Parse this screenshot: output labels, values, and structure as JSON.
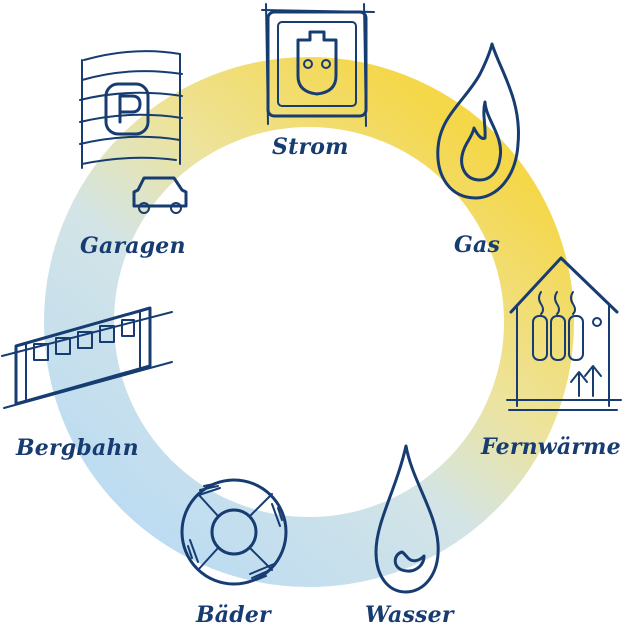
{
  "diagram": {
    "segments": [
      {
        "key": "strom",
        "label": "Strom",
        "icon": "power-socket-icon"
      },
      {
        "key": "gas",
        "label": "Gas",
        "icon": "gas-flame-icon"
      },
      {
        "key": "fernwaerme",
        "label": "Fernwärme",
        "icon": "district-heating-house-icon"
      },
      {
        "key": "wasser",
        "label": "Wasser",
        "icon": "water-drop-icon"
      },
      {
        "key": "baeder",
        "label": "Bäder",
        "icon": "lifebuoy-icon"
      },
      {
        "key": "bergbahn",
        "label": "Bergbahn",
        "icon": "cable-car-icon"
      },
      {
        "key": "garagen",
        "label": "Garagen",
        "icon": "parking-garage-icon"
      }
    ],
    "colors": {
      "ink": "#173c72",
      "ring_yellow": "#f5d74a",
      "ring_blue": "#bddcf2",
      "ring_mix": "#d6e0c4"
    }
  }
}
